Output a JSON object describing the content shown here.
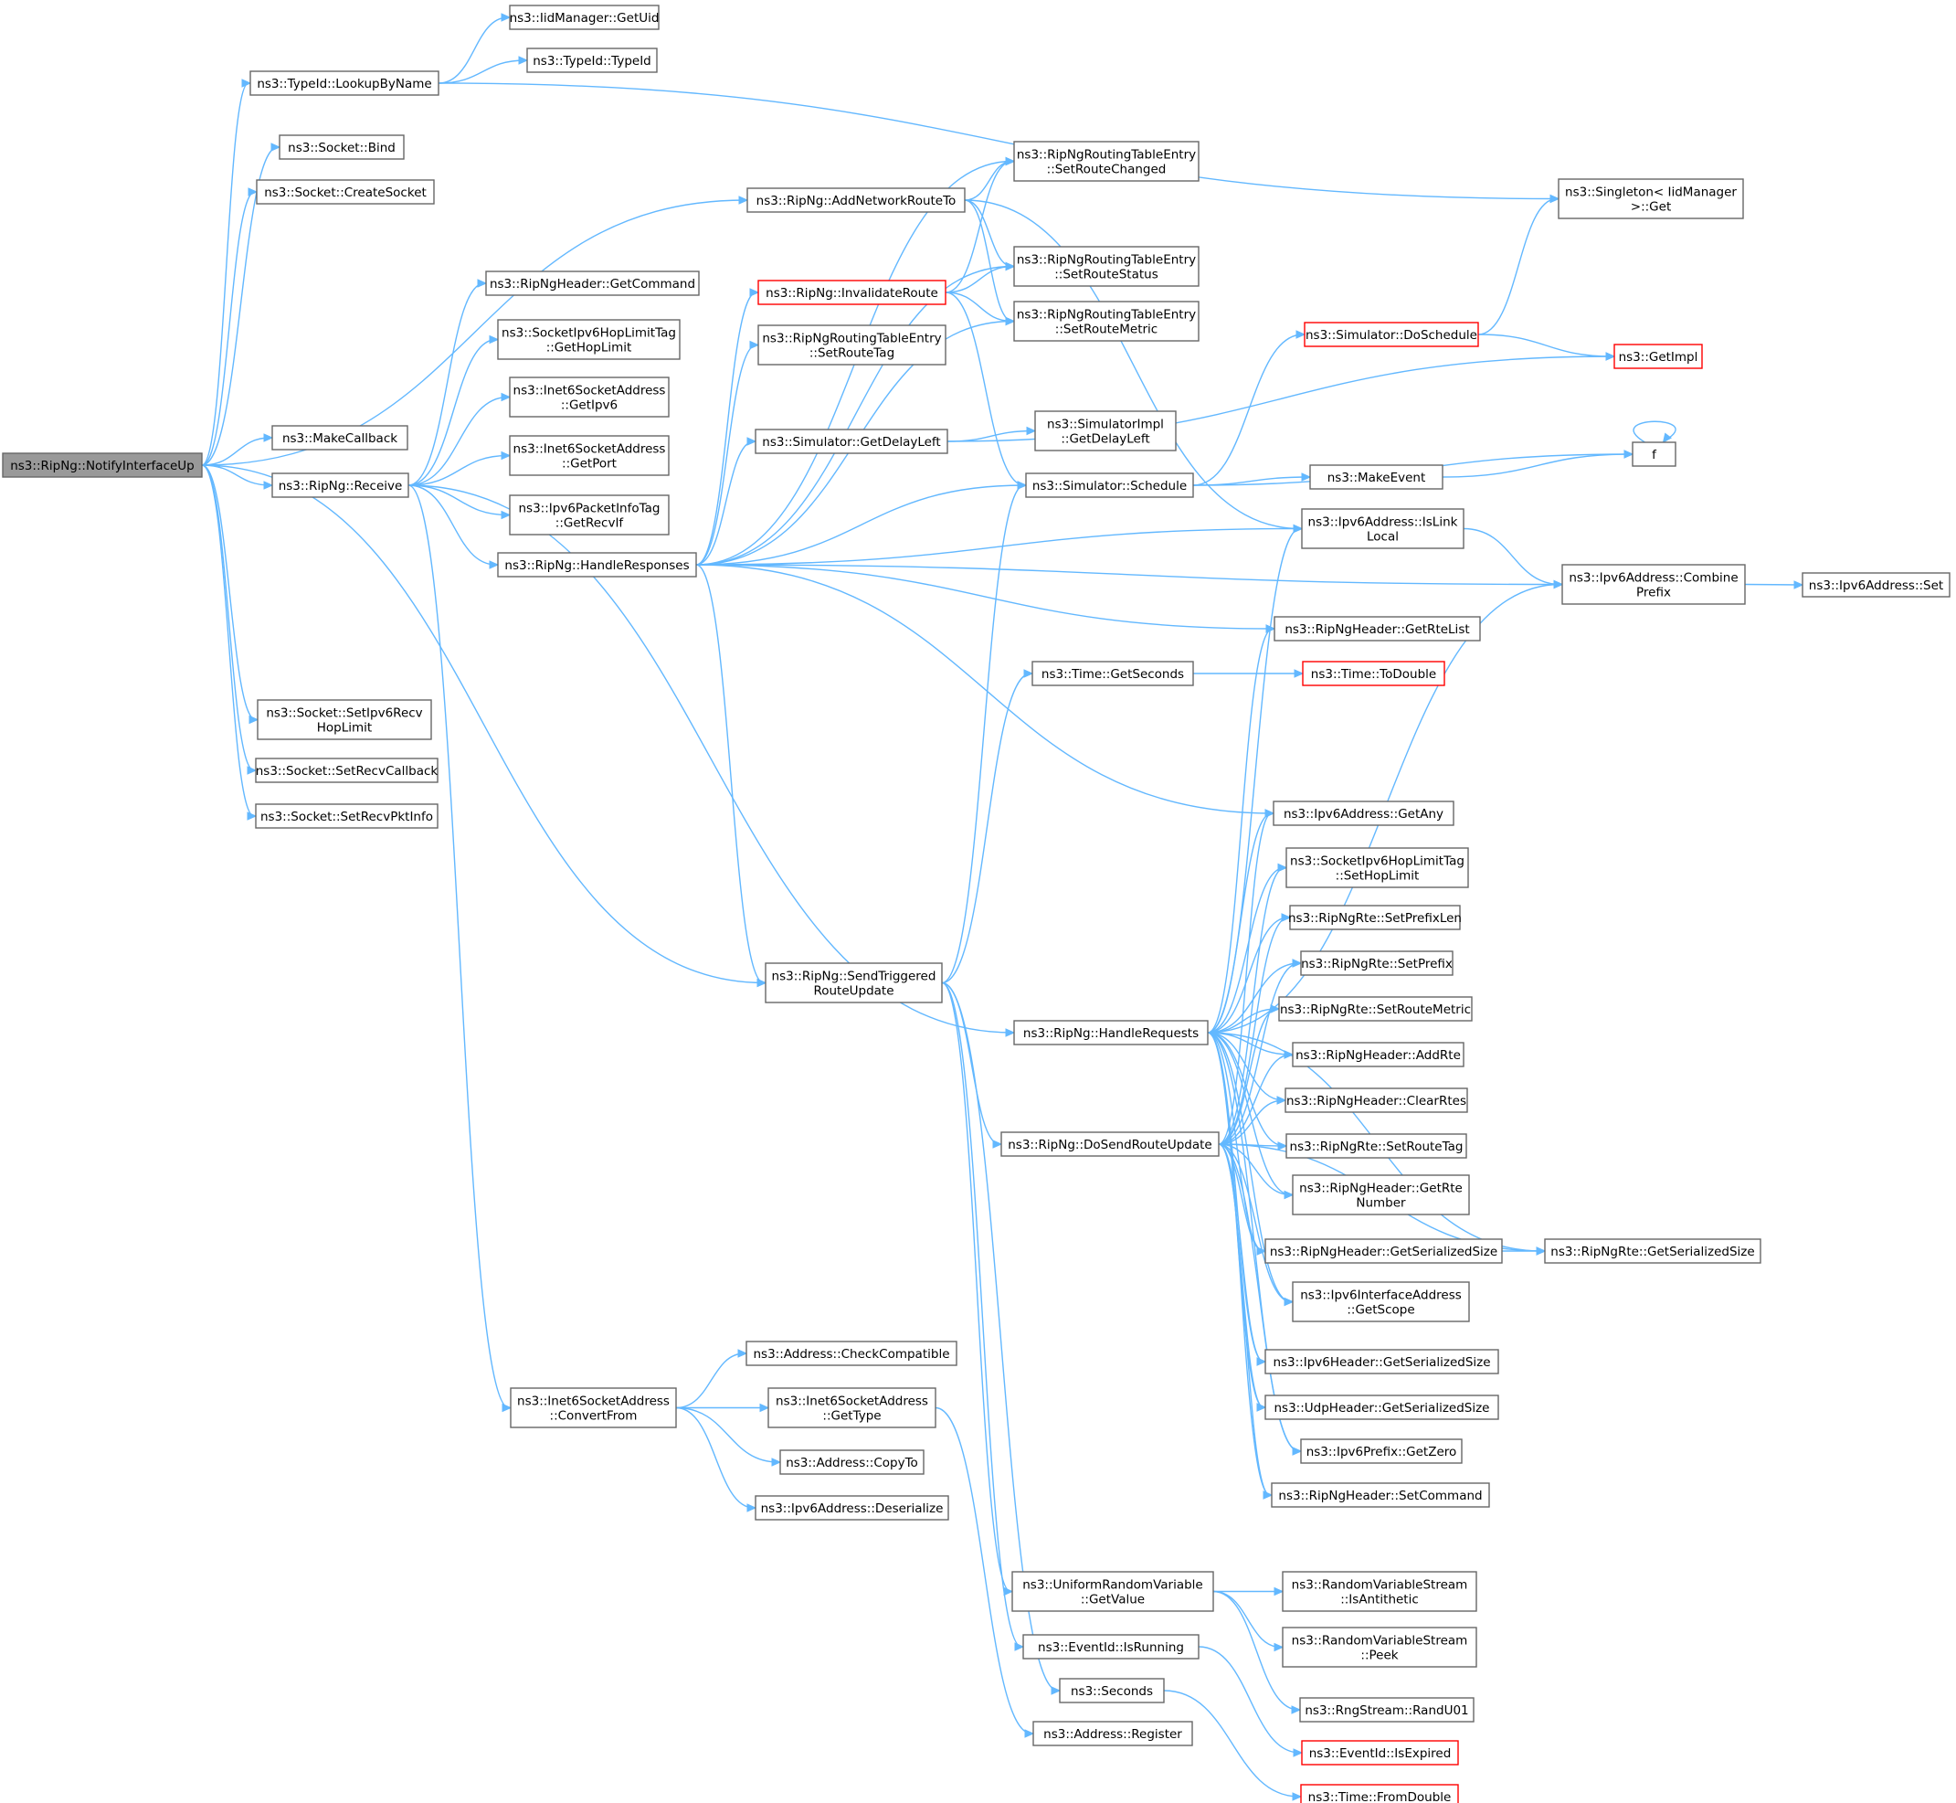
{
  "diagram": {
    "type": "call-graph",
    "colors": {
      "edge": "#63b8ff",
      "node_border": "#666666",
      "root_fill": "#999999",
      "error_border": "#ff0000"
    },
    "nodes": [
      {
        "id": "root",
        "lines": [
          "ns3::RipNg::NotifyInterfaceUp"
        ],
        "style": "root"
      },
      {
        "id": "lookup",
        "lines": [
          "ns3::TypeId::LookupByName"
        ]
      },
      {
        "id": "getuid",
        "lines": [
          "ns3::IidManager::GetUid"
        ]
      },
      {
        "id": "typeid",
        "lines": [
          "ns3::TypeId::TypeId"
        ]
      },
      {
        "id": "bind",
        "lines": [
          "ns3::Socket::Bind"
        ]
      },
      {
        "id": "createsock",
        "lines": [
          "ns3::Socket::CreateSocket"
        ]
      },
      {
        "id": "singleton",
        "lines": [
          "ns3::Singleton< IidManager",
          ">::Get"
        ]
      },
      {
        "id": "addnet",
        "lines": [
          "ns3::RipNg::AddNetworkRouteTo"
        ]
      },
      {
        "id": "setchanged",
        "lines": [
          "ns3::RipNgRoutingTableEntry",
          "::SetRouteChanged"
        ]
      },
      {
        "id": "setstatus",
        "lines": [
          "ns3::RipNgRoutingTableEntry",
          "::SetRouteStatus"
        ]
      },
      {
        "id": "setmetric",
        "lines": [
          "ns3::RipNgRoutingTableEntry",
          "::SetRouteMetric"
        ]
      },
      {
        "id": "getcommand",
        "lines": [
          "ns3::RipNgHeader::GetCommand"
        ]
      },
      {
        "id": "invalidate",
        "lines": [
          "ns3::RipNg::InvalidateRoute"
        ],
        "style": "red"
      },
      {
        "id": "gethoplimit",
        "lines": [
          "ns3::SocketIpv6HopLimitTag",
          "::GetHopLimit"
        ]
      },
      {
        "id": "setroutetag",
        "lines": [
          "ns3::RipNgRoutingTableEntry",
          "::SetRouteTag"
        ]
      },
      {
        "id": "getipv6",
        "lines": [
          "ns3::Inet6SocketAddress",
          "::GetIpv6"
        ]
      },
      {
        "id": "doschedule",
        "lines": [
          "ns3::Simulator::DoSchedule"
        ],
        "style": "red"
      },
      {
        "id": "getimpl",
        "lines": [
          "ns3::GetImpl"
        ],
        "style": "red"
      },
      {
        "id": "makecb",
        "lines": [
          "ns3::MakeCallback"
        ]
      },
      {
        "id": "getdelayleft",
        "lines": [
          "ns3::Simulator::GetDelayLeft"
        ]
      },
      {
        "id": "implgetdelay",
        "lines": [
          "ns3::SimulatorImpl",
          "::GetDelayLeft"
        ]
      },
      {
        "id": "getport",
        "lines": [
          "ns3::Inet6SocketAddress",
          "::GetPort"
        ]
      },
      {
        "id": "f",
        "lines": [
          "f"
        ]
      },
      {
        "id": "receive",
        "lines": [
          "ns3::RipNg::Receive"
        ]
      },
      {
        "id": "makeevent",
        "lines": [
          "ns3::MakeEvent"
        ]
      },
      {
        "id": "schedule",
        "lines": [
          "ns3::Simulator::Schedule"
        ]
      },
      {
        "id": "getrecvif",
        "lines": [
          "ns3::Ipv6PacketInfoTag",
          "::GetRecvIf"
        ]
      },
      {
        "id": "islinklocal",
        "lines": [
          "ns3::Ipv6Address::IsLink",
          "Local"
        ]
      },
      {
        "id": "handleresp",
        "lines": [
          "ns3::RipNg::HandleResponses"
        ]
      },
      {
        "id": "combine",
        "lines": [
          "ns3::Ipv6Address::Combine",
          "Prefix"
        ]
      },
      {
        "id": "ipv6set",
        "lines": [
          "ns3::Ipv6Address::Set"
        ]
      },
      {
        "id": "getrtelist",
        "lines": [
          "ns3::RipNgHeader::GetRteList"
        ]
      },
      {
        "id": "getseconds",
        "lines": [
          "ns3::Time::GetSeconds"
        ]
      },
      {
        "id": "todouble",
        "lines": [
          "ns3::Time::ToDouble"
        ],
        "style": "red"
      },
      {
        "id": "sethoprecv",
        "lines": [
          "ns3::Socket::SetIpv6Recv",
          "HopLimit"
        ]
      },
      {
        "id": "setrecvcb",
        "lines": [
          "ns3::Socket::SetRecvCallback"
        ]
      },
      {
        "id": "setrecvpkt",
        "lines": [
          "ns3::Socket::SetRecvPktInfo"
        ]
      },
      {
        "id": "getany",
        "lines": [
          "ns3::Ipv6Address::GetAny"
        ]
      },
      {
        "id": "sethoplimit",
        "lines": [
          "ns3::SocketIpv6HopLimitTag",
          "::SetHopLimit"
        ]
      },
      {
        "id": "setprefixlen",
        "lines": [
          "ns3::RipNgRte::SetPrefixLen"
        ]
      },
      {
        "id": "setprefix",
        "lines": [
          "ns3::RipNgRte::SetPrefix"
        ]
      },
      {
        "id": "sendtrig",
        "lines": [
          "ns3::RipNg::SendTriggered",
          "RouteUpdate"
        ]
      },
      {
        "id": "rtesetmetric",
        "lines": [
          "ns3::RipNgRte::SetRouteMetric"
        ]
      },
      {
        "id": "handlereq",
        "lines": [
          "ns3::RipNg::HandleRequests"
        ]
      },
      {
        "id": "addrte",
        "lines": [
          "ns3::RipNgHeader::AddRte"
        ]
      },
      {
        "id": "clearrtes",
        "lines": [
          "ns3::RipNgHeader::ClearRtes"
        ]
      },
      {
        "id": "dosend",
        "lines": [
          "ns3::RipNg::DoSendRouteUpdate"
        ]
      },
      {
        "id": "rtesetroutetag",
        "lines": [
          "ns3::RipNgRte::SetRouteTag"
        ]
      },
      {
        "id": "getrtenumber",
        "lines": [
          "ns3::RipNgHeader::GetRte",
          "Number"
        ]
      },
      {
        "id": "hdrserial",
        "lines": [
          "ns3::RipNgHeader::GetSerializedSize"
        ]
      },
      {
        "id": "rteserial",
        "lines": [
          "ns3::RipNgRte::GetSerializedSize"
        ]
      },
      {
        "id": "getscope",
        "lines": [
          "ns3::Ipv6InterfaceAddress",
          "::GetScope"
        ]
      },
      {
        "id": "ipv6hdrserial",
        "lines": [
          "ns3::Ipv6Header::GetSerializedSize"
        ]
      },
      {
        "id": "udpserial",
        "lines": [
          "ns3::UdpHeader::GetSerializedSize"
        ]
      },
      {
        "id": "getzero",
        "lines": [
          "ns3::Ipv6Prefix::GetZero"
        ]
      },
      {
        "id": "setcommand",
        "lines": [
          "ns3::RipNgHeader::SetCommand"
        ]
      },
      {
        "id": "checkcompat",
        "lines": [
          "ns3::Address::CheckCompatible"
        ]
      },
      {
        "id": "convertfrom",
        "lines": [
          "ns3::Inet6SocketAddress",
          "::ConvertFrom"
        ]
      },
      {
        "id": "gettype",
        "lines": [
          "ns3::Inet6SocketAddress",
          "::GetType"
        ]
      },
      {
        "id": "copyto",
        "lines": [
          "ns3::Address::CopyTo"
        ]
      },
      {
        "id": "deserialize",
        "lines": [
          "ns3::Ipv6Address::Deserialize"
        ]
      },
      {
        "id": "getvalue",
        "lines": [
          "ns3::UniformRandomVariable",
          "::GetValue"
        ]
      },
      {
        "id": "isantithetic",
        "lines": [
          "ns3::RandomVariableStream",
          "::IsAntithetic"
        ]
      },
      {
        "id": "peek",
        "lines": [
          "ns3::RandomVariableStream",
          "::Peek"
        ]
      },
      {
        "id": "isrunning",
        "lines": [
          "ns3::EventId::IsRunning"
        ]
      },
      {
        "id": "randu01",
        "lines": [
          "ns3::RngStream::RandU01"
        ]
      },
      {
        "id": "seconds",
        "lines": [
          "ns3::Seconds"
        ]
      },
      {
        "id": "isexpired",
        "lines": [
          "ns3::EventId::IsExpired"
        ],
        "style": "red"
      },
      {
        "id": "register",
        "lines": [
          "ns3::Address::Register"
        ]
      },
      {
        "id": "fromdouble",
        "lines": [
          "ns3::Time::FromDouble"
        ],
        "style": "red"
      }
    ],
    "edges": [
      [
        "root",
        "lookup"
      ],
      [
        "root",
        "bind"
      ],
      [
        "root",
        "createsock"
      ],
      [
        "root",
        "addnet"
      ],
      [
        "root",
        "makecb"
      ],
      [
        "root",
        "receive"
      ],
      [
        "root",
        "sendtrig"
      ],
      [
        "root",
        "sethoprecv"
      ],
      [
        "root",
        "setrecvcb"
      ],
      [
        "root",
        "setrecvpkt"
      ],
      [
        "lookup",
        "getuid"
      ],
      [
        "lookup",
        "typeid"
      ],
      [
        "lookup",
        "singleton"
      ],
      [
        "addnet",
        "setchanged"
      ],
      [
        "addnet",
        "setstatus"
      ],
      [
        "addnet",
        "setmetric"
      ],
      [
        "addnet",
        "islinklocal"
      ],
      [
        "receive",
        "getcommand"
      ],
      [
        "receive",
        "gethoplimit"
      ],
      [
        "receive",
        "getipv6"
      ],
      [
        "receive",
        "getport"
      ],
      [
        "receive",
        "getrecvif"
      ],
      [
        "receive",
        "handleresp"
      ],
      [
        "receive",
        "handlereq"
      ],
      [
        "receive",
        "convertfrom"
      ],
      [
        "handleresp",
        "setchanged"
      ],
      [
        "handleresp",
        "setstatus"
      ],
      [
        "handleresp",
        "setmetric"
      ],
      [
        "handleresp",
        "invalidate"
      ],
      [
        "handleresp",
        "setroutetag"
      ],
      [
        "handleresp",
        "getdelayleft"
      ],
      [
        "handleresp",
        "schedule"
      ],
      [
        "handleresp",
        "islinklocal"
      ],
      [
        "handleresp",
        "combine"
      ],
      [
        "handleresp",
        "getrtelist"
      ],
      [
        "handleresp",
        "getany"
      ],
      [
        "handleresp",
        "sendtrig"
      ],
      [
        "invalidate",
        "setchanged"
      ],
      [
        "invalidate",
        "setstatus"
      ],
      [
        "invalidate",
        "setmetric"
      ],
      [
        "invalidate",
        "schedule"
      ],
      [
        "getdelayleft",
        "getimpl"
      ],
      [
        "getdelayleft",
        "implgetdelay"
      ],
      [
        "schedule",
        "doschedule"
      ],
      [
        "schedule",
        "makeevent"
      ],
      [
        "schedule",
        "f"
      ],
      [
        "doschedule",
        "singleton"
      ],
      [
        "doschedule",
        "getimpl"
      ],
      [
        "makeevent",
        "f"
      ],
      [
        "f",
        "f"
      ],
      [
        "islinklocal",
        "combine"
      ],
      [
        "combine",
        "ipv6set"
      ],
      [
        "getseconds",
        "todouble"
      ],
      [
        "sendtrig",
        "schedule"
      ],
      [
        "sendtrig",
        "getseconds"
      ],
      [
        "sendtrig",
        "dosend"
      ],
      [
        "sendtrig",
        "getvalue"
      ],
      [
        "sendtrig",
        "isrunning"
      ],
      [
        "sendtrig",
        "seconds"
      ],
      [
        "handlereq",
        "islinklocal"
      ],
      [
        "handlereq",
        "combine"
      ],
      [
        "handlereq",
        "getrtelist"
      ],
      [
        "handlereq",
        "getany"
      ],
      [
        "handlereq",
        "sethoplimit"
      ],
      [
        "handlereq",
        "setprefixlen"
      ],
      [
        "handlereq",
        "setprefix"
      ],
      [
        "handlereq",
        "rtesetmetric"
      ],
      [
        "handlereq",
        "addrte"
      ],
      [
        "handlereq",
        "clearrtes"
      ],
      [
        "handlereq",
        "rtesetroutetag"
      ],
      [
        "handlereq",
        "getrtenumber"
      ],
      [
        "handlereq",
        "hdrserial"
      ],
      [
        "handlereq",
        "rteserial"
      ],
      [
        "handlereq",
        "getscope"
      ],
      [
        "handlereq",
        "ipv6hdrserial"
      ],
      [
        "handlereq",
        "udpserial"
      ],
      [
        "handlereq",
        "getzero"
      ],
      [
        "handlereq",
        "setcommand"
      ],
      [
        "dosend",
        "getany"
      ],
      [
        "dosend",
        "sethoplimit"
      ],
      [
        "dosend",
        "setprefixlen"
      ],
      [
        "dosend",
        "setprefix"
      ],
      [
        "dosend",
        "rtesetmetric"
      ],
      [
        "dosend",
        "addrte"
      ],
      [
        "dosend",
        "clearrtes"
      ],
      [
        "dosend",
        "rtesetroutetag"
      ],
      [
        "dosend",
        "getrtenumber"
      ],
      [
        "dosend",
        "hdrserial"
      ],
      [
        "dosend",
        "rteserial"
      ],
      [
        "dosend",
        "getscope"
      ],
      [
        "dosend",
        "ipv6hdrserial"
      ],
      [
        "dosend",
        "udpserial"
      ],
      [
        "dosend",
        "getzero"
      ],
      [
        "dosend",
        "setcommand"
      ],
      [
        "hdrserial",
        "rteserial"
      ],
      [
        "convertfrom",
        "checkcompat"
      ],
      [
        "convertfrom",
        "gettype"
      ],
      [
        "convertfrom",
        "copyto"
      ],
      [
        "convertfrom",
        "deserialize"
      ],
      [
        "gettype",
        "register"
      ],
      [
        "getvalue",
        "isantithetic"
      ],
      [
        "getvalue",
        "peek"
      ],
      [
        "getvalue",
        "randu01"
      ],
      [
        "isrunning",
        "isexpired"
      ],
      [
        "seconds",
        "fromdouble"
      ]
    ]
  }
}
